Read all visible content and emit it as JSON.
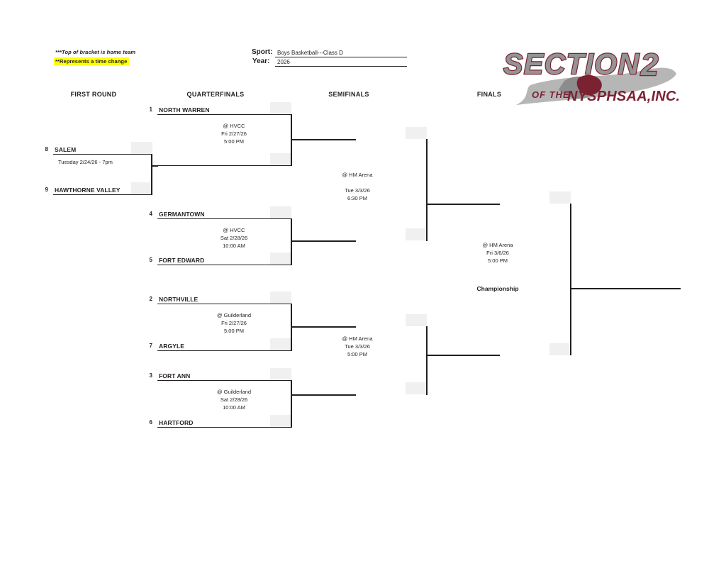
{
  "notes": {
    "home_team_note": "***Top of bracket is home team",
    "time_change_note": "**Represents a time change",
    "highlight_color": "#ffff00"
  },
  "form": {
    "sport_label": "Sport:",
    "sport_value": "Boys Basketball---Class D",
    "year_label": "Year:",
    "year_value": "2026"
  },
  "logo": {
    "line1": "SECTION",
    "number": "2",
    "of_the": "OF THE",
    "org": "NYSPHSAA,INC.",
    "maroon": "#7b2232",
    "gray": "#949494"
  },
  "round_headers": [
    {
      "label": "FIRST ROUND"
    },
    {
      "label": "QUARTERFINALS"
    },
    {
      "label": "SEMIFINALS"
    },
    {
      "label": "FINALS"
    }
  ],
  "first_round": [
    {
      "top_seed": "8",
      "top_team": "SALEM",
      "bottom_seed": "9",
      "bottom_team": "HAWTHORNE VALLEY",
      "meta": "Tuesday 2/24/26 - 7pm"
    }
  ],
  "quarterfinals": [
    {
      "top_seed": "1",
      "top_team": "NORTH WARREN",
      "bottom_seed": "",
      "bottom_team": "",
      "info": "@ HVCC\nFri 2/27/26\n5:00 PM"
    },
    {
      "top_seed": "4",
      "top_team": "GERMANTOWN",
      "bottom_seed": "5",
      "bottom_team": "FORT EDWARD",
      "info": "@ HVCC\nSat 2/28/26\n10:00 AM"
    },
    {
      "top_seed": "2",
      "top_team": "NORTHVILLE",
      "bottom_seed": "7",
      "bottom_team": "ARGYLE",
      "info": "@ Guilderland\nFri 2/27/26\n5:00 PM"
    },
    {
      "top_seed": "3",
      "top_team": "FORT ANN",
      "bottom_seed": "6",
      "bottom_team": "HARTFORD",
      "info": "@ Guilderland\nSat 2/28/26\n10:00 AM"
    }
  ],
  "semifinals": [
    {
      "info": "@ HM Arena\n\nTue 3/3/26\n6:30 PM"
    },
    {
      "info": "@ HM Arena\nTue 3/3/26\n5:00 PM"
    }
  ],
  "finals": {
    "info": "@ HM Arena\nFri 3/6/26\n5:00 PM",
    "label": "Championship"
  }
}
